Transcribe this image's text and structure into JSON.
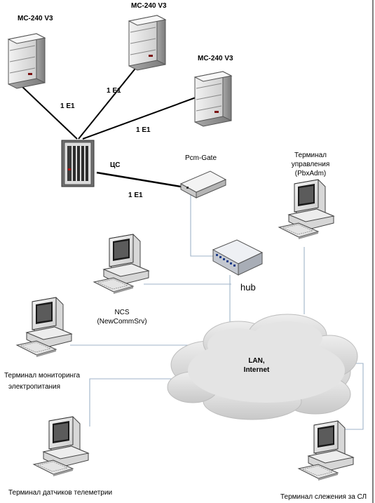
{
  "servers": [
    {
      "label": "MC-240 V3"
    },
    {
      "label": "MC-240 V3"
    },
    {
      "label": "MC-240 V3"
    }
  ],
  "links": [
    "1 E1",
    "1 E1",
    "1 E1",
    "1 E1"
  ],
  "switch_label": "ЦС",
  "gateway_label": "Pcm-Gate",
  "hub_label": "hub",
  "cloud_label_line1": "LAN,",
  "cloud_label_line2": "Internet",
  "terminals": {
    "admin_line1": "Терминал",
    "admin_line2": "управления",
    "admin_line3": "(PbxAdm)",
    "ncs_line1": "NCS",
    "ncs_line2": "(NewCommSrv)",
    "power_line1": "Терминал мониторинга",
    "power_line2": "электропитания",
    "telemetry": "Терминал датчиков телеметрии",
    "tracking": "Терминал слежения за СЛ"
  },
  "colors": {
    "server_light": "#e6e6e6",
    "server_dark": "#9a9a9a",
    "cloud": "#dcdcdc",
    "network_line": "#9fb3c8",
    "e1_line": "#000000"
  }
}
